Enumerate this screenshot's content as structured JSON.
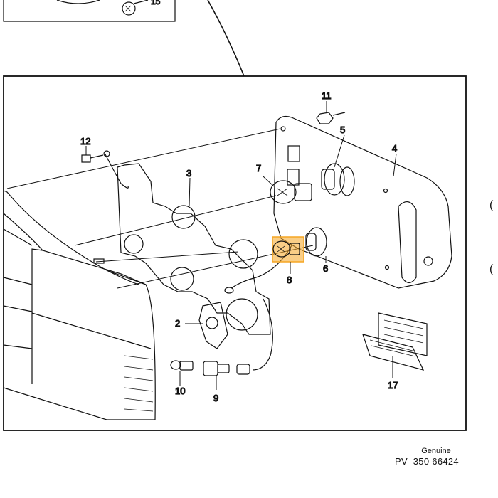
{
  "parts": [
    {
      "id": "part-1",
      "number": "11"
    },
    {
      "id": "part-2",
      "number": "5"
    },
    {
      "id": "part-3",
      "number": "4"
    },
    {
      "id": "part-4",
      "number": "12"
    },
    {
      "id": "part-5",
      "number": "3"
    },
    {
      "id": "part-6",
      "number": "7"
    },
    {
      "id": "part-7",
      "number": "8"
    },
    {
      "id": "part-8",
      "number": "6"
    },
    {
      "id": "part-9",
      "number": "2"
    },
    {
      "id": "part-10",
      "number": "10"
    },
    {
      "id": "part-11",
      "number": "9"
    },
    {
      "id": "part-12",
      "number": "17"
    }
  ],
  "inset_label": "15",
  "highlighted_part": "8",
  "highlight_color": "#f5a623",
  "footer": {
    "genuine": "Genuine",
    "prefix": "PV",
    "code": "350 66424"
  },
  "edge_marks": [
    "(",
    "("
  ]
}
